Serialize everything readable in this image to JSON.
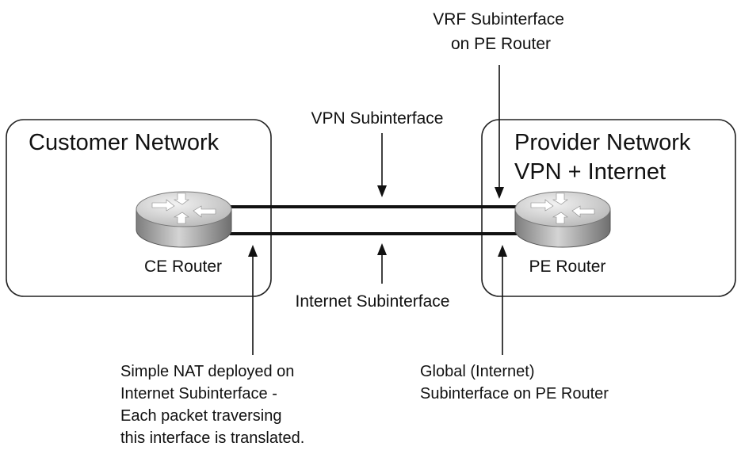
{
  "labels": {
    "vrf_subinterface": [
      "VRF Subinterface",
      "on PE Router"
    ],
    "vpn_subinterface": "VPN Subinterface",
    "internet_subinterface": "Internet Subinterface",
    "customer_network": "Customer Network",
    "provider_network": [
      "Provider Network",
      "VPN + Internet"
    ],
    "ce_router": "CE Router",
    "pe_router": "PE Router",
    "nat_note": [
      "Simple NAT deployed on",
      "Internet Subinterface -",
      "Each packet traversing",
      "this interface is translated."
    ],
    "global_note": [
      "Global (Internet)",
      "Subinterface on PE Router"
    ]
  },
  "icons": {
    "ce_router": "router-icon",
    "pe_router": "router-icon"
  },
  "colors": {
    "line": "#111111",
    "router_top": "#d9d9d9",
    "router_side": "#9a9a9a"
  }
}
